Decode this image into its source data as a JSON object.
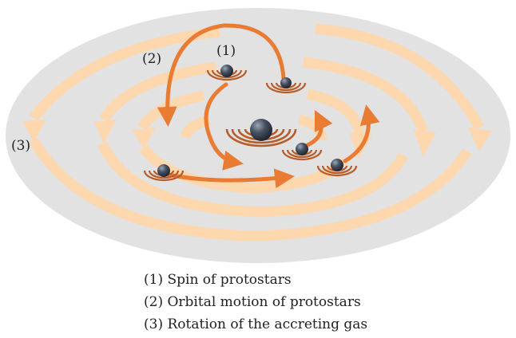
{
  "labels": {
    "spin_marker": "(1)",
    "orbit_marker": "(2)",
    "rotation_marker": "(3)"
  },
  "legend": [
    "(1) Spin of protostars",
    "(2) Orbital motion of protostars",
    "(3) Rotation of the accreting gas"
  ],
  "colors": {
    "disk": "#e2e2e2",
    "gas_flow": "#fdd7ad",
    "orbit_arrow": "#e97b33",
    "protostar": "#3c4452",
    "spin_ring": "#b85c2a"
  }
}
